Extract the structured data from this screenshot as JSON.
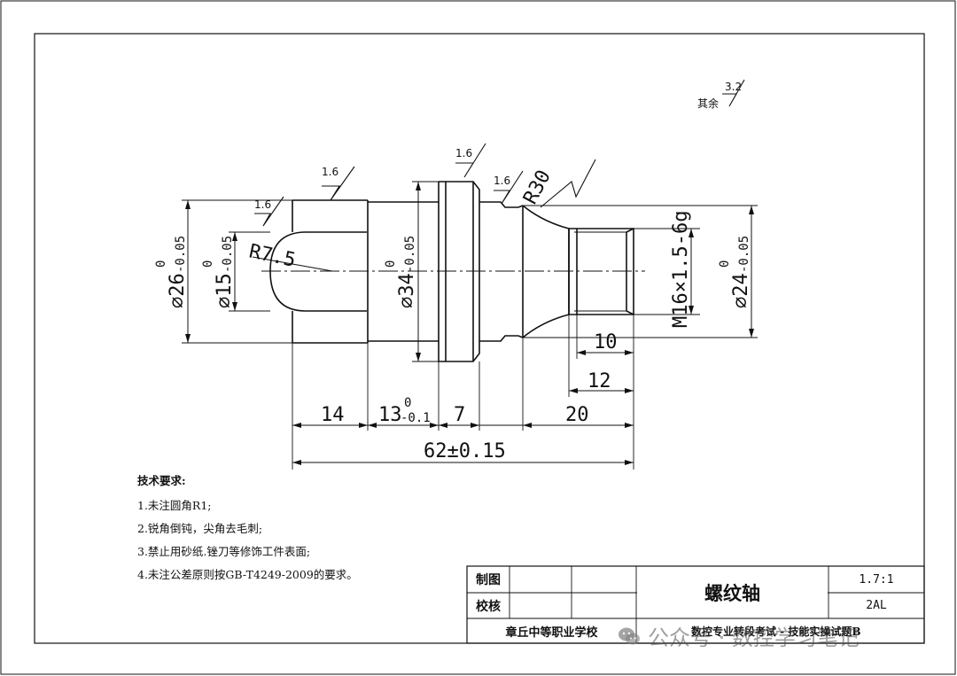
{
  "roughness": {
    "other_label": "其余",
    "other_value": "3.2",
    "surface_values": [
      "1.6",
      "1.6",
      "1.6",
      "1.6"
    ]
  },
  "dimensions": {
    "radius_r7_5": "R7.5",
    "radius_r30": "R30",
    "dia26_main": "⌀26",
    "dia26_tol": "-0.05",
    "dia26_zero": "0",
    "dia15_main": "⌀15",
    "dia15_tol": "-0.05",
    "dia15_zero": "0",
    "dia34_main": "⌀34",
    "dia34_tol": "-0.05",
    "dia34_zero": "0",
    "thread": "M16×1.5-6g",
    "dia24_main": "⌀24",
    "dia24_tol": "-0.05",
    "dia24_zero": "0",
    "len_14": "14",
    "len_13_main": "13",
    "len_13_tol": "-0.1",
    "len_13_zero": "0",
    "len_7": "7",
    "len_20": "20",
    "len_10": "10",
    "len_12": "12",
    "len_total": "62±0.15"
  },
  "tech_requirements": {
    "heading": "技术要求:",
    "items": [
      "1.未注圆角R1;",
      "2.锐角倒钝，尖角去毛刺;",
      "3.禁止用砂纸.锉刀等修饰工件表面;",
      "4.未注公差原则按GB-T4249-2009的要求。"
    ]
  },
  "title_block": {
    "drawn_label": "制图",
    "checked_label": "校核",
    "part_name": "螺纹轴",
    "scale": "1.7:1",
    "material": "2AL",
    "school": "章丘中等职业学校",
    "exam": "数控专业转段考试 - 技能实操试题B"
  },
  "watermark": {
    "text": "公众号 · 数控学习笔记"
  }
}
